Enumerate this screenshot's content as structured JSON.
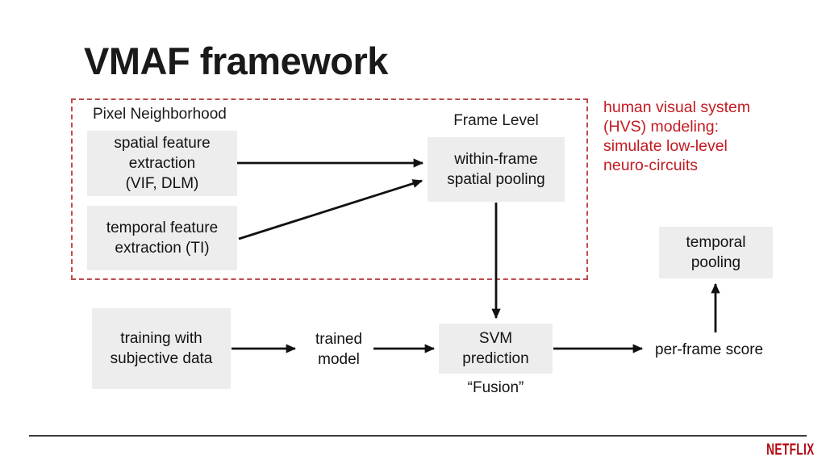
{
  "slide": {
    "title": "VMAF framework"
  },
  "region": {
    "pixel_neighborhood_label": "Pixel Neighborhood",
    "frame_level_label": "Frame Level"
  },
  "annotation": {
    "hvs_note": "human visual system\n(HVS) modeling:\nsimulate low-level\nneuro-circuits"
  },
  "nodes": {
    "spatial_feature": "spatial feature\nextraction\n(VIF, DLM)",
    "temporal_feature": "temporal feature\nextraction (TI)",
    "within_frame_pooling": "within-frame\nspatial pooling",
    "temporal_pooling": "temporal\npooling",
    "training": "training with\nsubjective data",
    "svm_prediction": "SVM\nprediction",
    "trained_model": "trained\nmodel",
    "per_frame_score": "per-frame score",
    "fusion_caption": "“Fusion”"
  },
  "footer": {
    "logo": "NETFLIX"
  },
  "colors": {
    "accent_red": "#c21b22",
    "dashed_border_red": "#bf4b4b",
    "box_fill_gray": "#ededed",
    "netflix_red": "#b20710"
  }
}
